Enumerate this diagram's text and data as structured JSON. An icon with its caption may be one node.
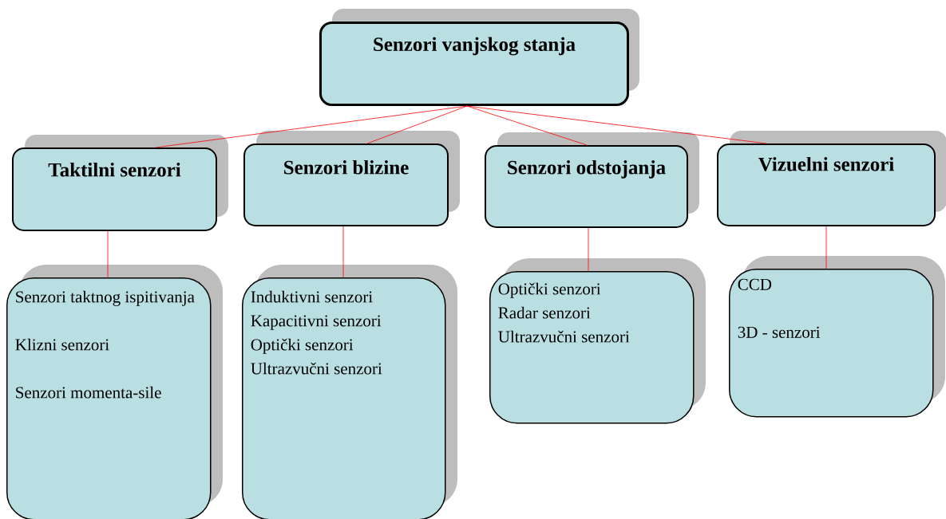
{
  "diagram": {
    "nodes": [
      {
        "text": [
          "Senzori vanjskog stanja"
        ]
      },
      {
        "text": [
          "Taktilni senzori"
        ]
      },
      {
        "text": [
          "Senzori blizine"
        ]
      },
      {
        "text": [
          "Senzori odstojanja"
        ]
      },
      {
        "text": [
          "Vizuelni senzori"
        ]
      },
      {
        "text": [
          "Senzori taktnog ispitivanja",
          "Klizni senzori",
          "Senzori momenta-sile"
        ]
      },
      {
        "text": [
          "Induktivni senzori",
          "Kapacitivni senzori",
          "Optički senzori",
          "Ultrazvučni senzori"
        ]
      },
      {
        "text": [
          "Optički senzori",
          "Radar senzori",
          "Ultrazvučni senzori"
        ]
      },
      {
        "text": [
          "CCD",
          "3D - senzori"
        ]
      }
    ],
    "edges": [
      {
        "from": 0,
        "to": 1,
        "arrow": "none"
      },
      {
        "from": 0,
        "to": 2,
        "arrow": "none"
      },
      {
        "from": 0,
        "to": 3,
        "arrow": "none"
      },
      {
        "from": 0,
        "to": 4,
        "arrow": "none"
      },
      {
        "from": 1,
        "to": 5,
        "arrow": "none"
      },
      {
        "from": 2,
        "to": 6,
        "arrow": "none"
      },
      {
        "from": 3,
        "to": 7,
        "arrow": "none"
      },
      {
        "from": 4,
        "to": 8,
        "arrow": "none"
      }
    ]
  }
}
